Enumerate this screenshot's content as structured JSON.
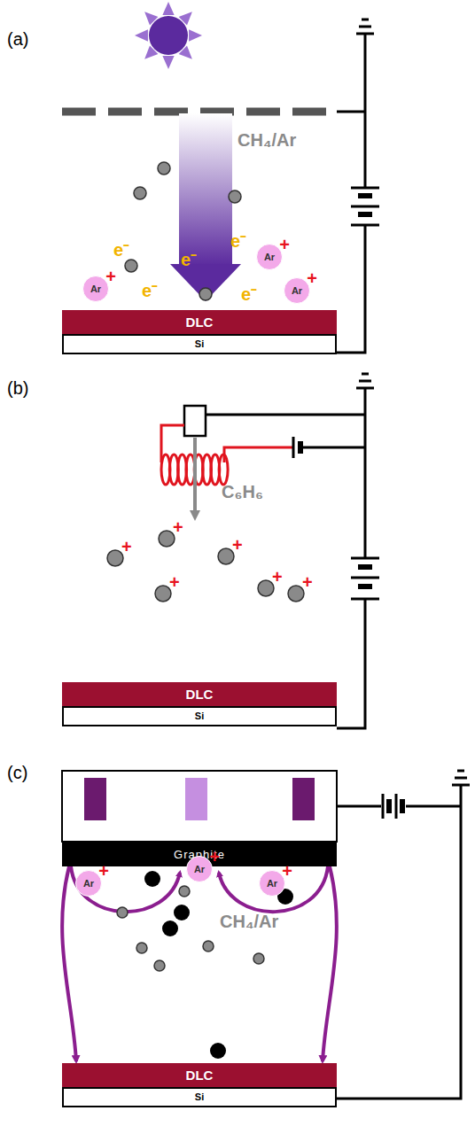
{
  "diagram": {
    "nodes": [
      {
        "text": [
          "Ar",
          "+"
        ]
      },
      {
        "text": [
          "Ar",
          "+"
        ]
      },
      {
        "text": [
          "Ar",
          "+"
        ]
      },
      {
        "text": [
          "DLC"
        ]
      },
      {
        "text": [
          "Si"
        ]
      },
      {
        "text": [
          "DLC"
        ]
      },
      {
        "text": [
          "Si"
        ]
      },
      {
        "text": [
          "Graphite"
        ]
      },
      {
        "text": [
          "Ar",
          "+"
        ]
      },
      {
        "text": [
          "Ar",
          "+"
        ]
      },
      {
        "text": [
          "Ar",
          "+"
        ]
      },
      {
        "text": [
          "DLC"
        ]
      },
      {
        "text": [
          "Si"
        ]
      }
    ],
    "edges": [
      {
        "from": 7,
        "to": 11,
        "arrow": "to"
      },
      {
        "from": 7,
        "to": 11,
        "arrow": "to"
      }
    ],
    "labels": [
      "(a)",
      "CH₄/Ar",
      "e⁻",
      "e⁻",
      "e⁻",
      "e⁻",
      "e⁻",
      "(b)",
      "C₆H₆",
      "+",
      "+",
      "+",
      "+",
      "+",
      "+",
      "(c)",
      "CH₄/Ar"
    ]
  }
}
